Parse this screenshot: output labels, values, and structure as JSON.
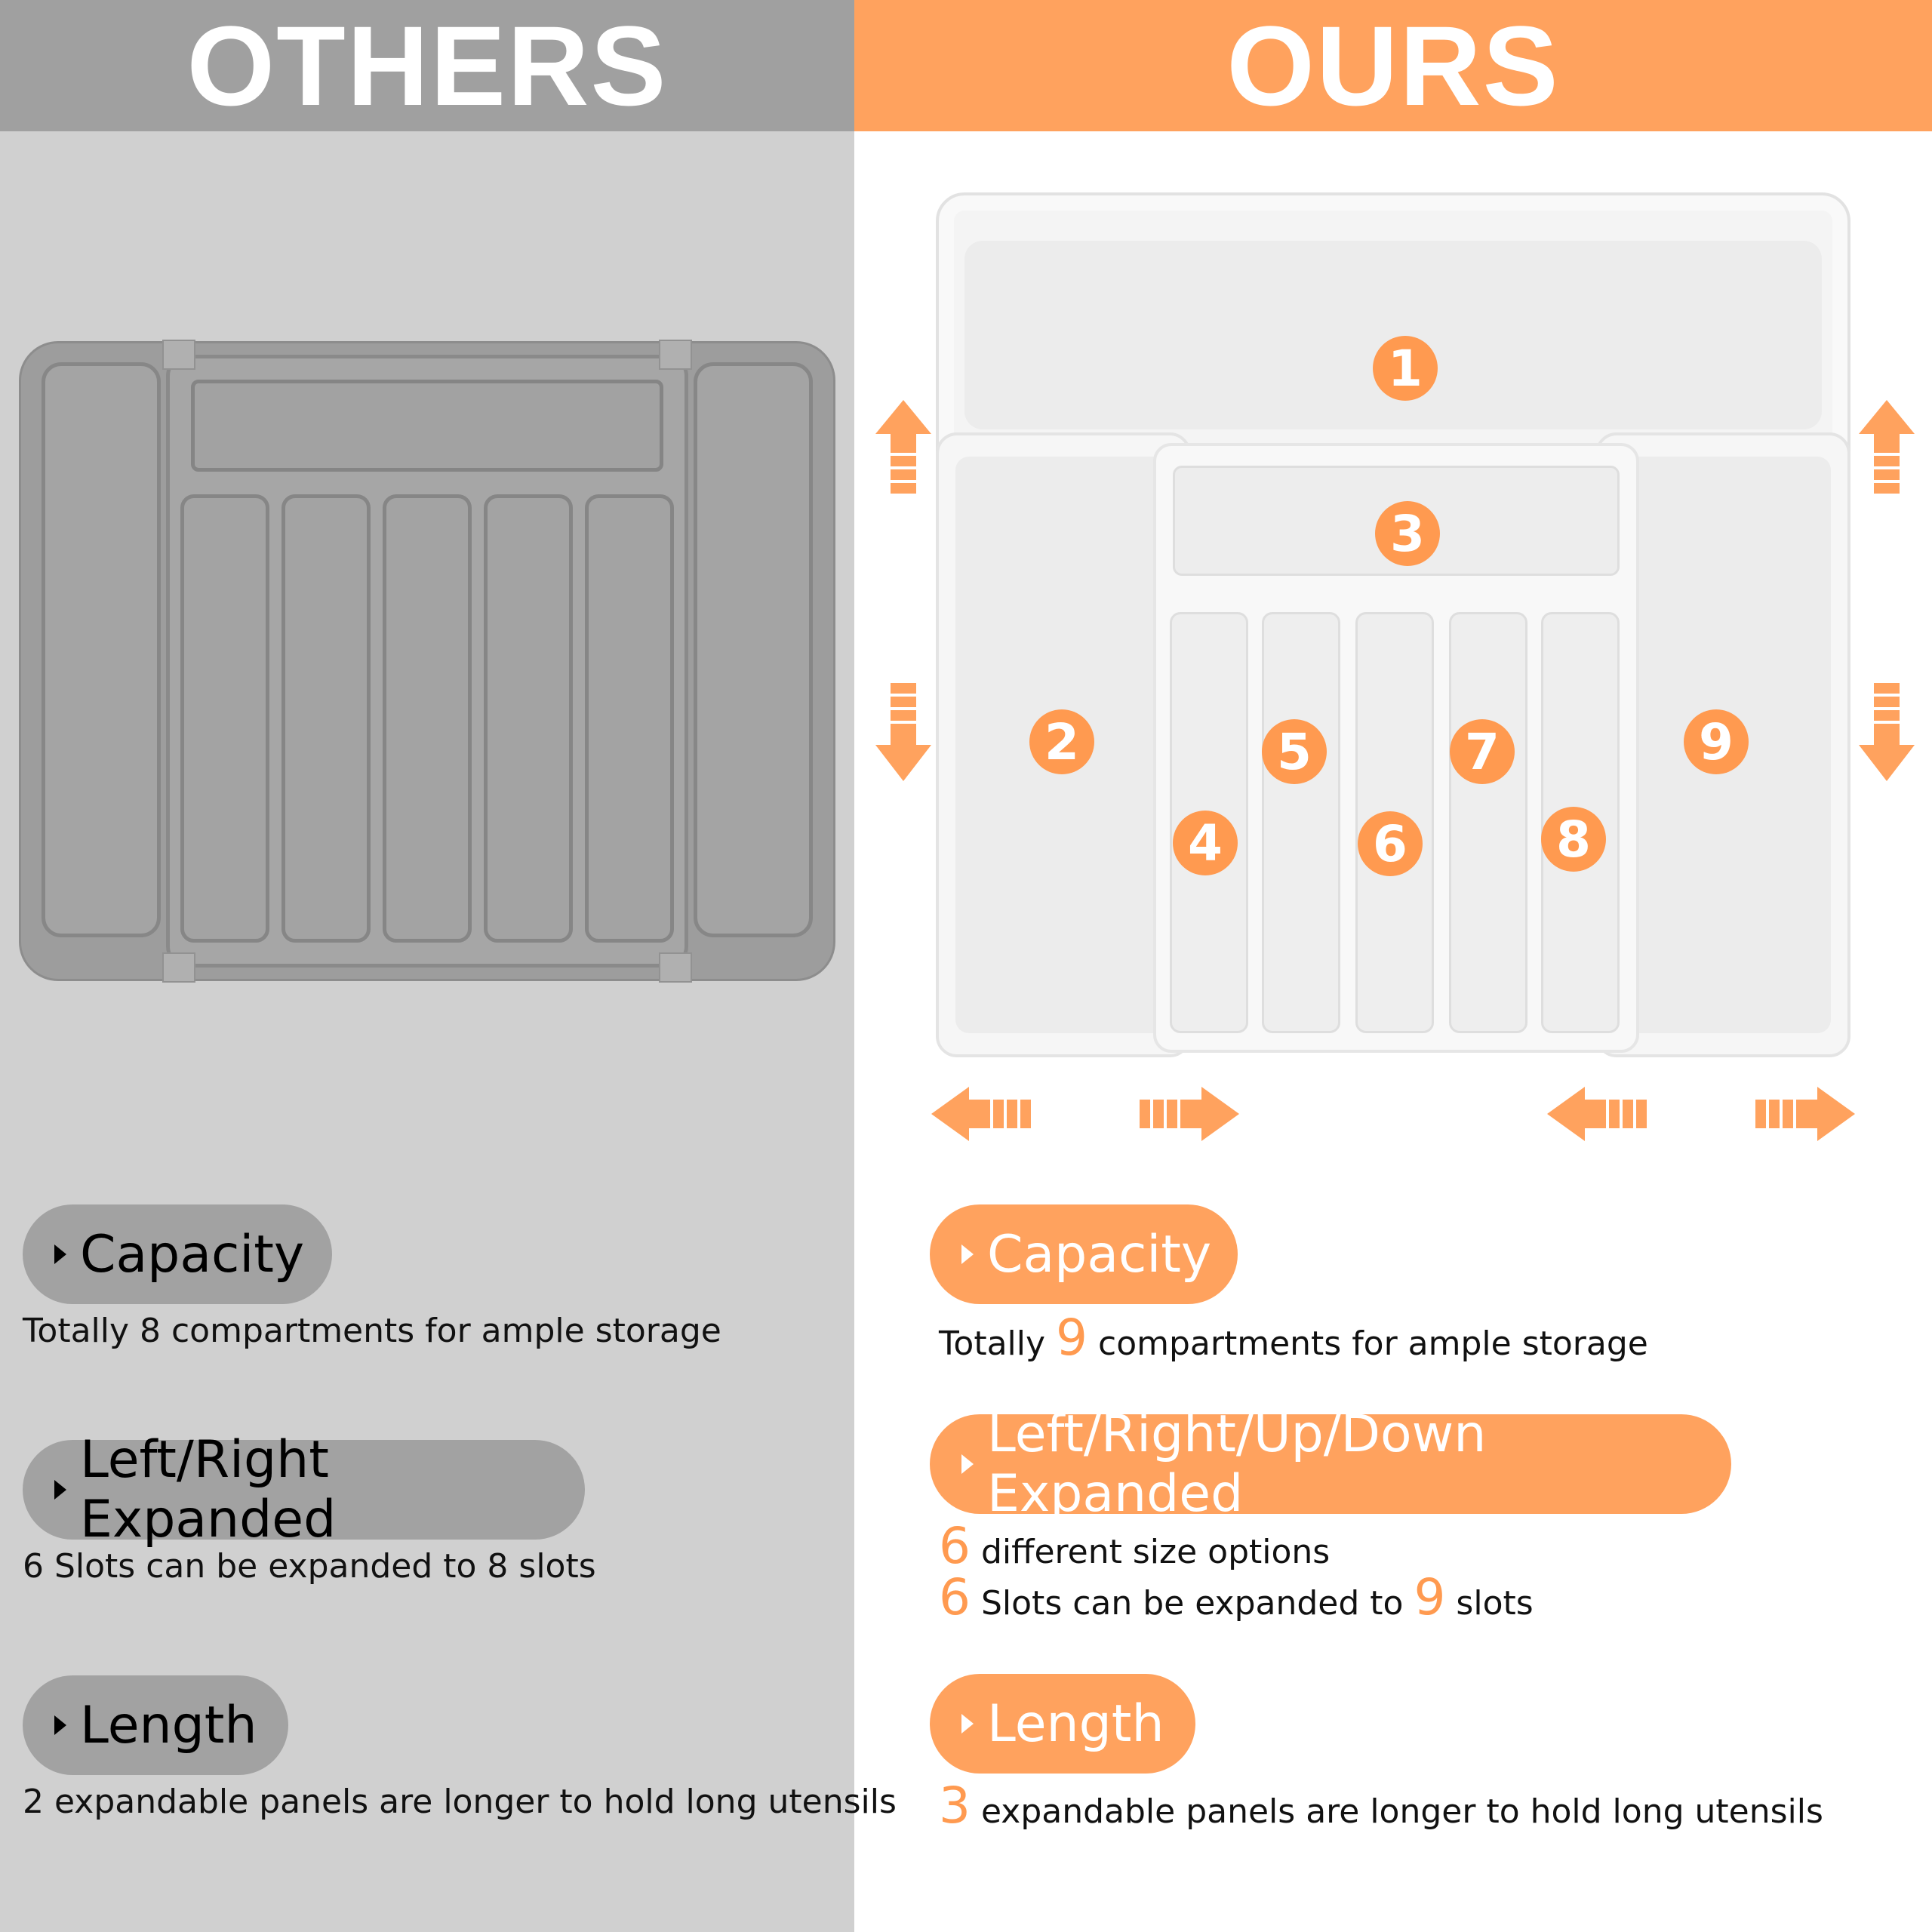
{
  "header": {
    "left_title": "OTHERS",
    "right_title": "OURS",
    "colors": {
      "others_header": "#a0a0a0",
      "ours_header": "#ffa25e",
      "others_bg": "#d0d0d0",
      "ours_bg": "#ffffff",
      "accent": "#ff9a50"
    }
  },
  "others": {
    "image": {
      "description": "grey expandable cutlery tray",
      "compartments": 8
    },
    "features": [
      {
        "title": "Capacity",
        "description": "Totally 8 compartments for ample storage"
      },
      {
        "title": "Left/Right Expanded",
        "description": "6 Slots can be expanded to 8 slots"
      },
      {
        "title": "Length",
        "description": "2 expandable panels are longer to hold long utensils"
      }
    ]
  },
  "ours": {
    "image": {
      "description": "white expandable cutlery tray with numbered compartments",
      "badges": [
        "1",
        "2",
        "3",
        "4",
        "5",
        "6",
        "7",
        "8",
        "9"
      ],
      "arrow_icons": [
        "arrow-up-icon",
        "arrow-up-icon",
        "arrow-down-icon",
        "arrow-down-icon",
        "arrow-left-icon",
        "arrow-right-icon",
        "arrow-left-icon",
        "arrow-right-icon"
      ]
    },
    "features": [
      {
        "title": "Capacity",
        "description": {
          "pre": "Totally ",
          "num": "9",
          "post": " compartments for ample storage"
        }
      },
      {
        "title": "Left/Right/Up/Down Expanded",
        "lines": [
          {
            "num": "6",
            "text": " different size options"
          },
          {
            "num": "6",
            "text": " Slots can be expanded to ",
            "num2": "9",
            "text2": " slots"
          }
        ]
      },
      {
        "title": "Length",
        "description": {
          "num": "3",
          "text": " expandable panels are longer to hold long utensils"
        }
      }
    ]
  }
}
